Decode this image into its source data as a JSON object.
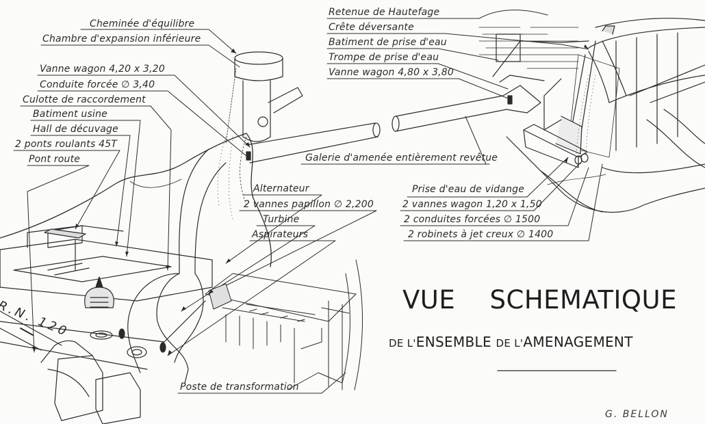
{
  "title": "VUE SCHEMATIQUE",
  "subtitle": {
    "p1": "DE ",
    "p2": "L'",
    "p3": "ENSEMBLE ",
    "p4": "DE ",
    "p5": "L'",
    "p6": "AMENAGEMENT"
  },
  "author": "G. BELLON",
  "road_label": "R.N. 120",
  "labels_left": [
    "Cheminée d'équilibre",
    "Chambre d'expansion inférieure",
    "Vanne wagon 4,20 x 3,20",
    "Conduite forcée ∅ 3,40",
    "Culotte de raccordement",
    "Batiment usine",
    "Hall de décuvage",
    "2 ponts roulants 45T",
    "Pont route"
  ],
  "labels_top_right": [
    "Retenue de Hautefage",
    "Crête déversante",
    "Batiment de prise d'eau",
    "Trompe de prise d'eau",
    "Vanne wagon 4,80 x 3,80"
  ],
  "labels_mid": [
    "Galerie d'amenée entièrement revêtue",
    "Alternateur",
    "2 vannes papillon ∅ 2,200",
    "Turbine",
    "Aspirateurs",
    "Poste de transformation"
  ],
  "labels_right": [
    "Prise d'eau de vidange",
    "2 vannes wagon 1,20 x 1,50",
    "2 conduites forcées ∅ 1500",
    "2 robinets à jet creux ∅ 1400"
  ]
}
